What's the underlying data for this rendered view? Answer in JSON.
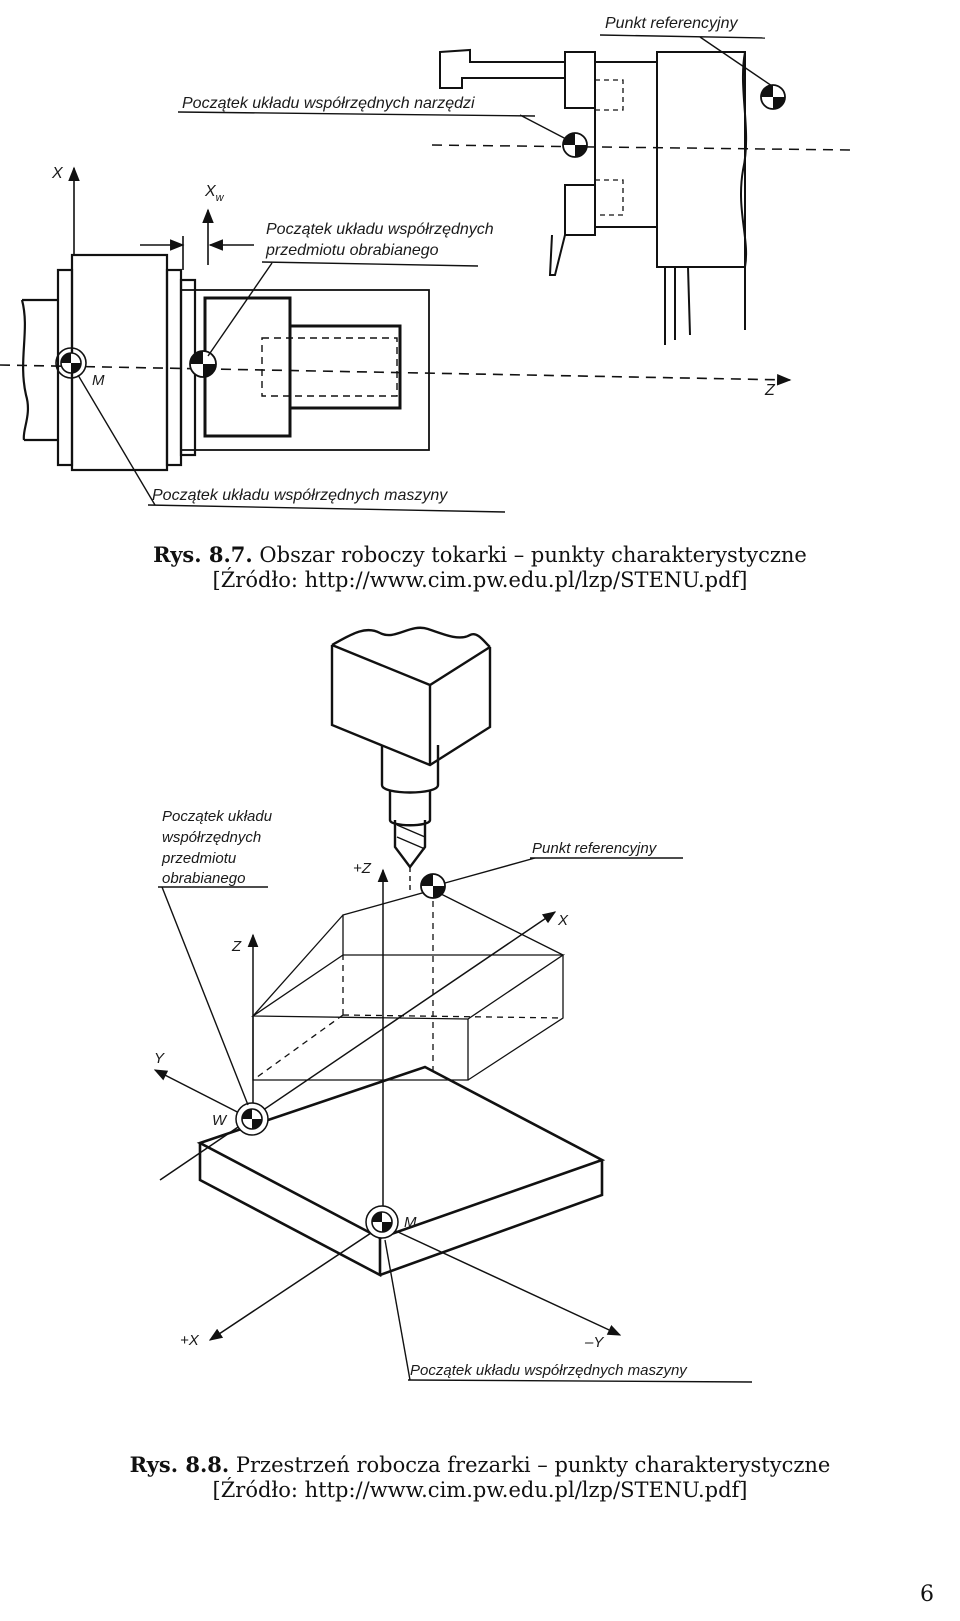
{
  "figure1": {
    "labels": {
      "reference_point": "Punkt referencyjny",
      "tool_origin": "Początek układu współrzędnych narzędzi",
      "workpiece_origin_line1": "Początek układu współrzędnych",
      "workpiece_origin_line2": "przedmiotu obrabianego",
      "machine_origin": "Początek układu współrzędnych maszyny",
      "axis_x": "X",
      "axis_xw": "X",
      "axis_xw_sub": "w",
      "axis_z": "Z",
      "point_m": "M"
    },
    "caption": {
      "number": "Rys. 8.7.",
      "title": "Obszar roboczy tokarki – punkty charakterystyczne",
      "source": "[Źródło: http://www.cim.pw.edu.pl/lzp/STENU.pdf]"
    }
  },
  "figure2": {
    "labels": {
      "workpiece_origin_line1": "Początek układu",
      "workpiece_origin_line2": "współrzędnych",
      "workpiece_origin_line3": "przedmiotu",
      "workpiece_origin_line4": "obrabianego",
      "reference_point": "Punkt referencyjny",
      "machine_origin": "Początek układu współrzędnych maszyny",
      "axis_plus_z": "+Z",
      "axis_z": "Z",
      "axis_x": "X",
      "axis_y": "Y",
      "axis_plus_x": "+X",
      "axis_minus_y": "–Y",
      "point_w": "W",
      "point_m": "M"
    },
    "caption": {
      "number": "Rys. 8.8.",
      "title": "Przestrzeń robocza frezarki – punkty charakterystyczne",
      "source": "[Źródło: http://www.cim.pw.edu.pl/lzp/STENU.pdf]"
    }
  },
  "page_number": "6"
}
